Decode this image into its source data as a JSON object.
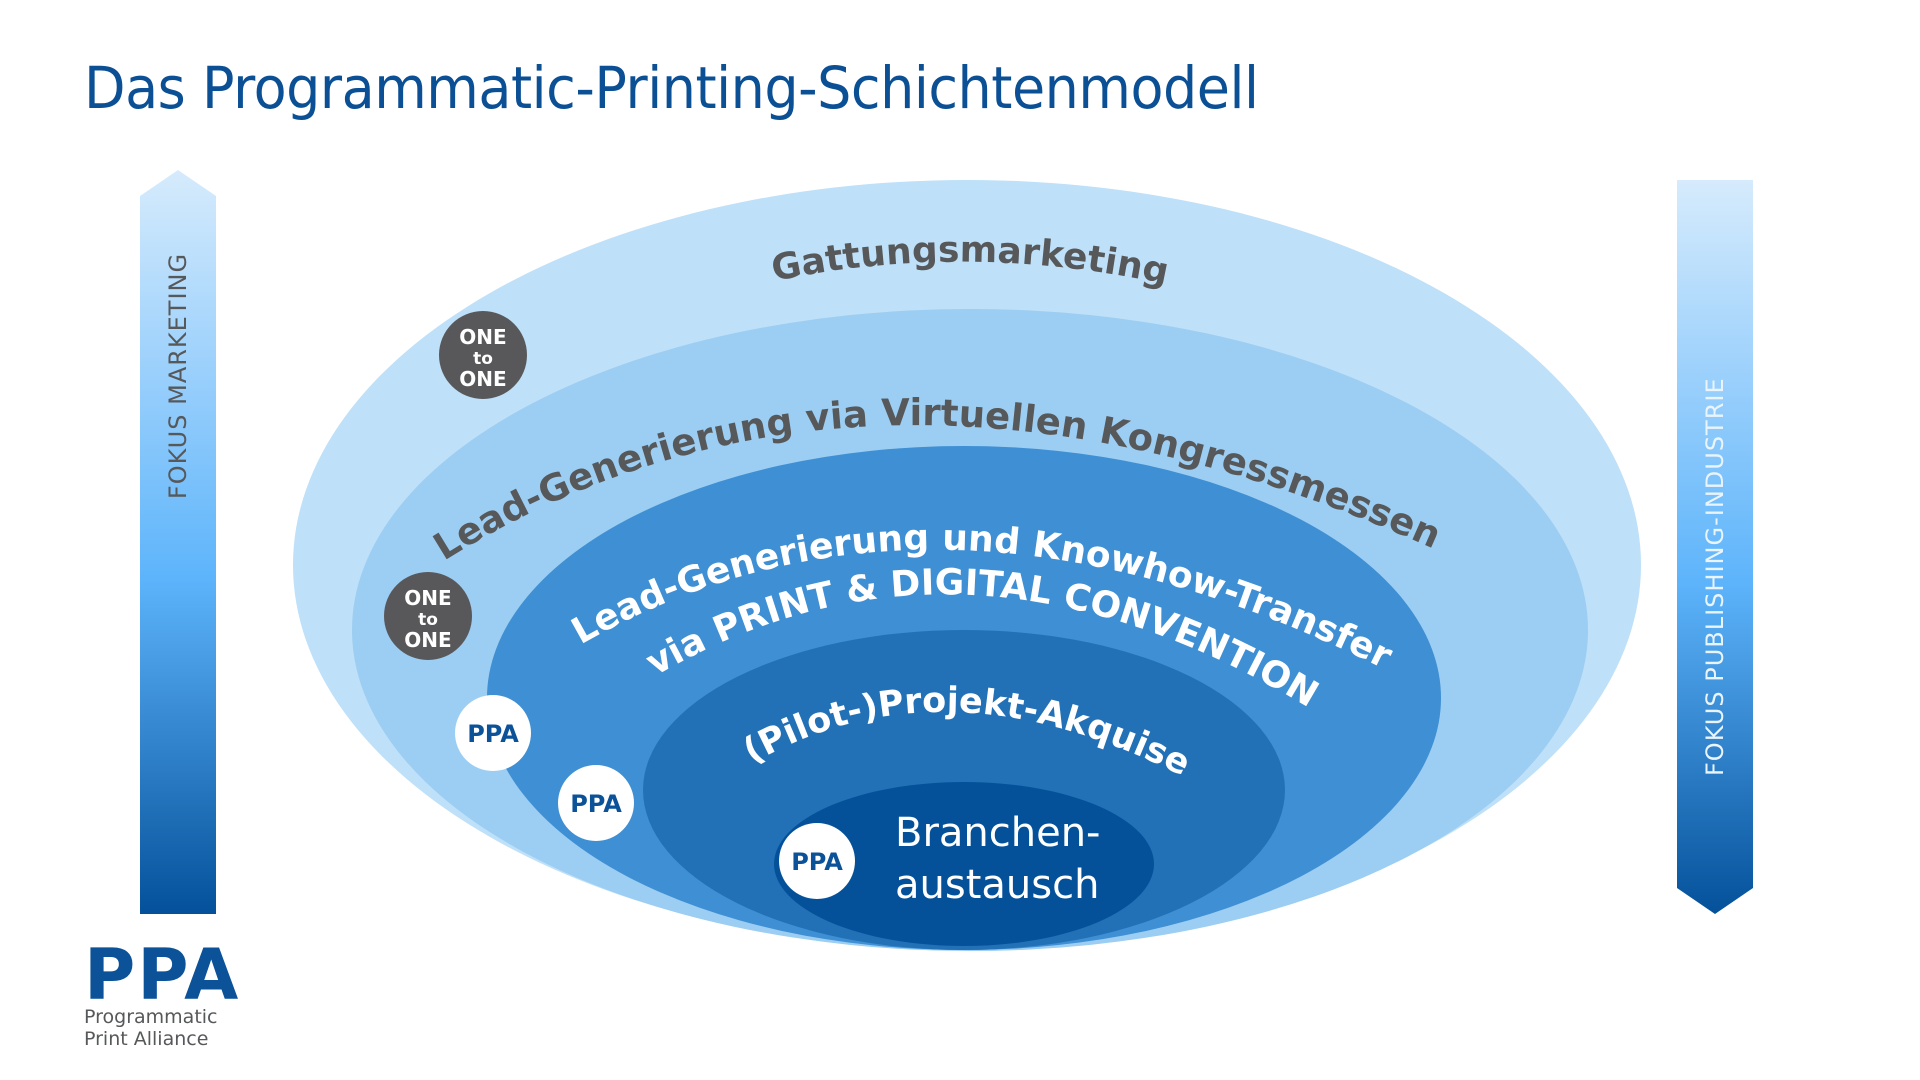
{
  "title": "Das Programmatic-Printing-Schichtenmodell",
  "colors": {
    "title": "#0b4f95",
    "layer1": "#bee0f8",
    "layer2": "#9ccdf2",
    "layer3": "#3e8fd3",
    "layer4": "#2271b6",
    "layer5": "#04519a",
    "badge_dark": "#58585a",
    "text_dark": "#57585a",
    "arrow_top": "#d4e9fb",
    "arrow_mid": "#5db4fb",
    "arrow_bottom": "#04519a"
  },
  "left_arrow": {
    "label": "FOKUS MARKETING",
    "direction": "up"
  },
  "right_arrow": {
    "label": "FOKUS PUBLISHING-INDUSTRIE",
    "direction": "down"
  },
  "layers": [
    {
      "label": "Gattungsmarketing"
    },
    {
      "label": "Lead-Generierung via Virtuellen Kongressmessen"
    },
    {
      "label_line1": "Lead-Generierung und Knowhow-Transfer",
      "label_line2": "via PRINT & DIGITAL CONVENTION"
    },
    {
      "label": "(Pilot-)Projekt-Akquise"
    },
    {
      "label_line1": "Branchen-",
      "label_line2": "austausch"
    }
  ],
  "badges": {
    "one_to_one": {
      "line1": "ONE",
      "line2": "to",
      "line3": "ONE"
    },
    "ppa": {
      "label": "PPA"
    }
  },
  "logo": {
    "mark": "PPA",
    "line1": "Programmatic",
    "line2": "Print Alliance"
  }
}
